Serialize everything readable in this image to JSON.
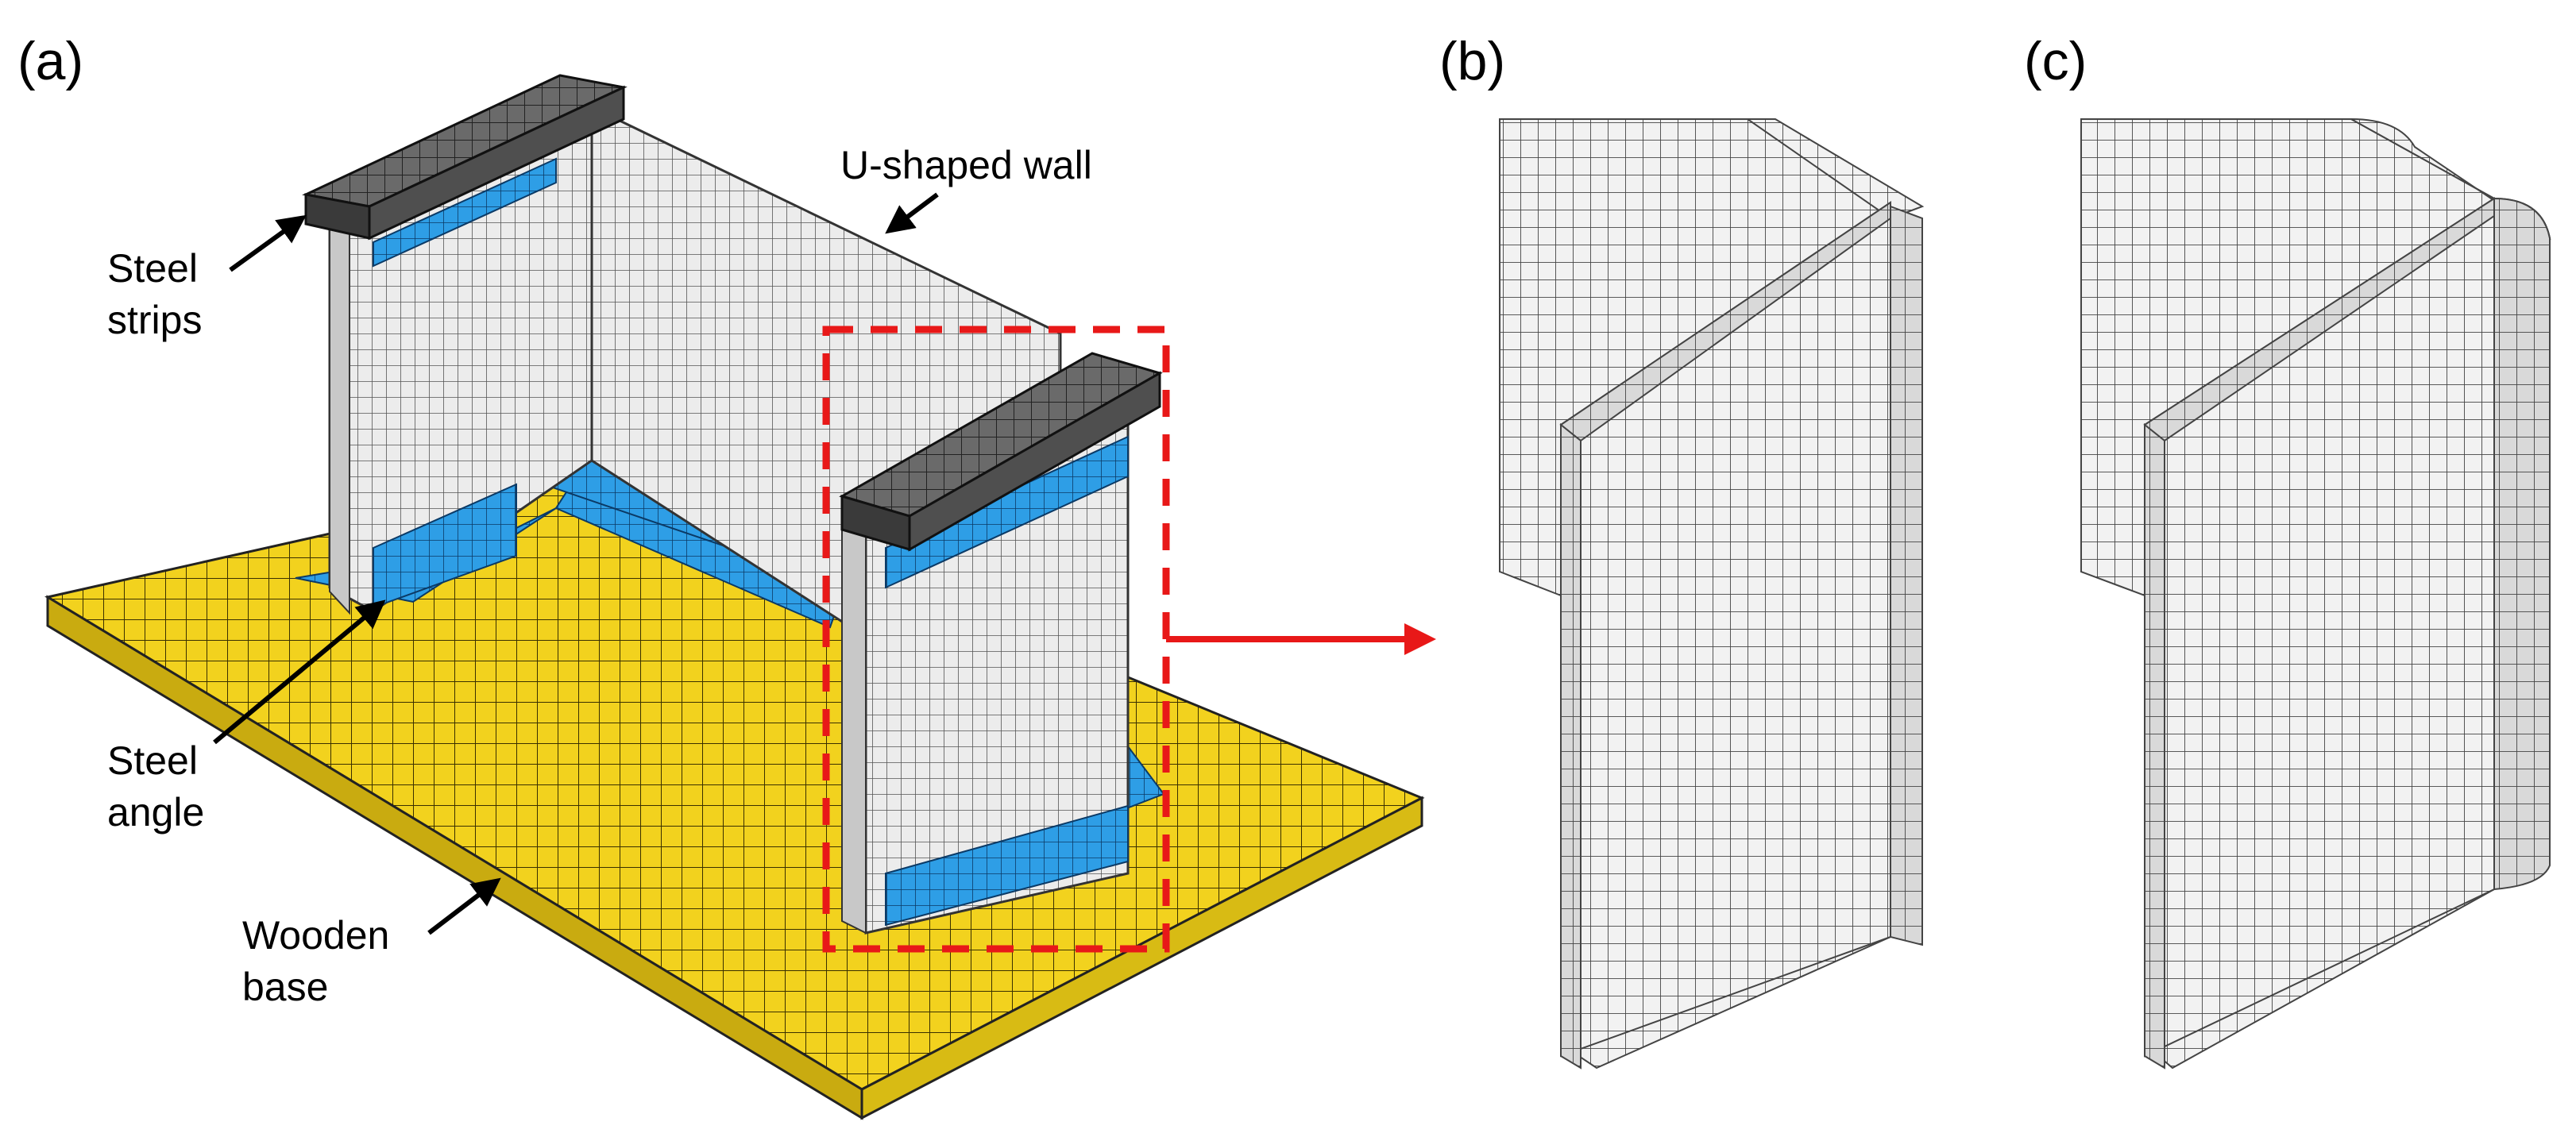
{
  "panels": {
    "a": {
      "label": "(a)"
    },
    "b": {
      "label": "(b)"
    },
    "c": {
      "label": "(c)"
    }
  },
  "callouts": {
    "u_wall": "U-shaped wall",
    "strips_line1": "Steel",
    "strips_line2": "strips",
    "angle_line1": "Steel",
    "angle_line2": "angle",
    "base_line1": "Wooden",
    "base_line2": "base"
  },
  "colors": {
    "wooden_base": "#f2d21e",
    "wall": "#e8e8e8",
    "steel_angle": "#2e9ee6",
    "steel_strip_cap": "#6a6a6a",
    "highlight_box": "#e81818",
    "mesh_line": "#333333"
  }
}
